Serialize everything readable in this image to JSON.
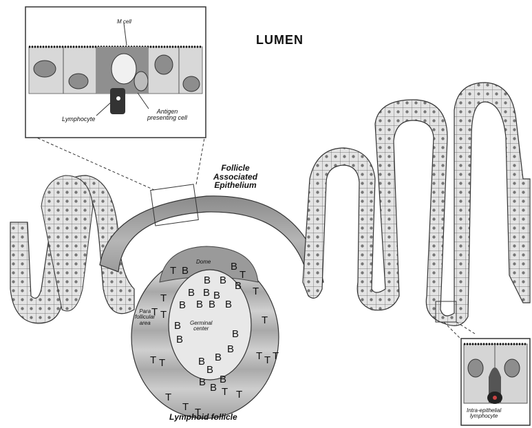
{
  "diagram": {
    "lumen_label": "LUMEN",
    "follicle_epithelium_label": [
      "Follicle",
      "Associated",
      "Epithelium"
    ],
    "lymphoid_follicle_label": "Lymphoid follicle",
    "inset_top": {
      "m_cell_label": "M cell",
      "lymphocyte_label": "Lymphocyte",
      "apc_label": [
        "Antigen",
        "presenting cell"
      ]
    },
    "follicle": {
      "dome_label": "Dome",
      "parafollicular_label": [
        "Para",
        "follicular",
        "area"
      ],
      "germinal_center_label": [
        "Germinal",
        "center"
      ],
      "t_cell_letter": "T",
      "b_cell_letter": "B"
    },
    "inset_bottom": {
      "iel_label": [
        "Intra-epithelial",
        "lymphocyte"
      ]
    }
  }
}
